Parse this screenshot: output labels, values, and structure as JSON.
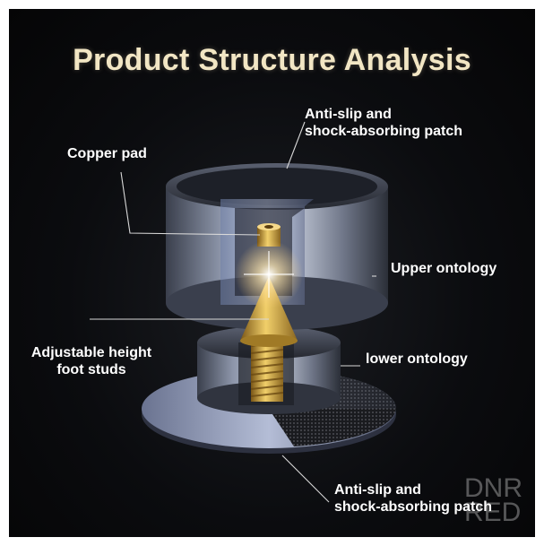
{
  "title": "Product Structure Analysis",
  "labels": {
    "top_patch_line1": "Anti-slip and",
    "top_patch_line2": "shock-absorbing patch",
    "copper_pad": "Copper pad",
    "upper_ontology": "Upper ontology",
    "stud_line1": "Adjustable height",
    "stud_line2": "foot studs",
    "lower_ontology": "lower ontology",
    "bottom_patch_line1": "Anti-slip and",
    "bottom_patch_line2": "shock-absorbing patch"
  },
  "watermark": {
    "line1": "DNR",
    "line2": "RED"
  },
  "colors": {
    "background": "#0b0c0f",
    "title": "#f2e6c4",
    "label": "#ffffff",
    "gold": "#d4a93a",
    "metal": "#9aa3b8"
  }
}
